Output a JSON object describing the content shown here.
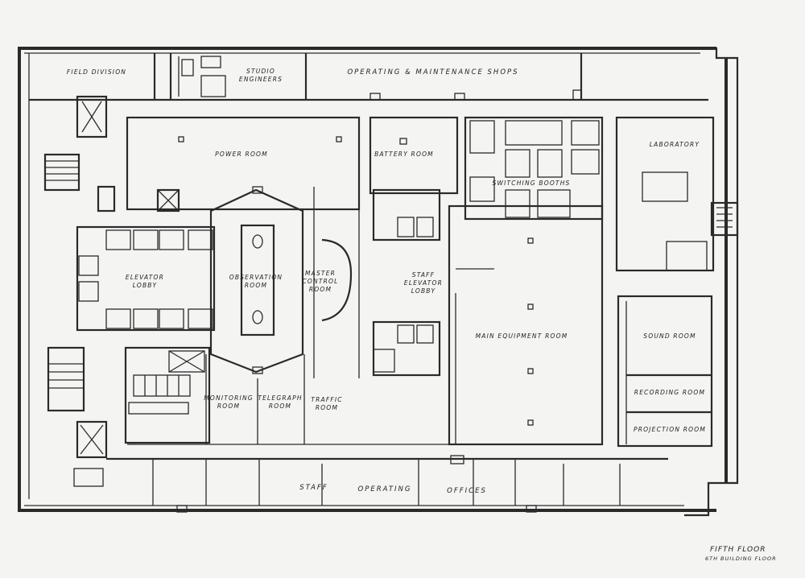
{
  "rooms": {
    "field_division": "FIELD DIVISION",
    "studio_engineers": "STUDIO\nENGINEERS",
    "operating_shops": "OPERATING & MAINTENANCE SHOPS",
    "power_room": "POWER ROOM",
    "battery_room": "BATTERY ROOM",
    "switching_booths": "SWITCHING BOOTHS",
    "laboratory": "LABORATORY",
    "elevator_lobby": "ELEVATOR\nLOBBY",
    "observation_room": "OBSERVATION\nROOM",
    "master_control": "MASTER\nCONTROL\nROOM",
    "staff_elevator_lobby": "STAFF\nELEVATOR\nLOBBY",
    "main_equipment_room": "MAIN EQUIPMENT ROOM",
    "sound_room": "SOUND ROOM",
    "recording_room": "RECORDING ROOM",
    "projection_room": "PROJECTION ROOM",
    "monitoring_room": "MONITORING\nROOM",
    "telegraph_room": "TELEGRAPH\nROOM",
    "traffic_room": "TRAFFIC\nROOM",
    "staff": "STAFF",
    "operating": "OPERATING",
    "offices": "OFFICES"
  },
  "caption": {
    "floor": "FIFTH FLOOR",
    "building_floor": "6TH BUILDING FLOOR"
  }
}
